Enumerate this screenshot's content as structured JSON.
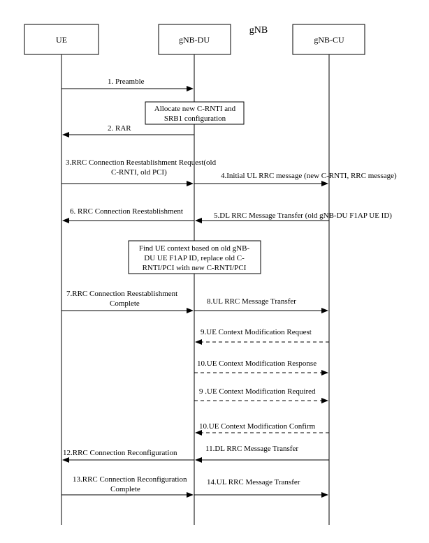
{
  "group_label": "gNB",
  "entities": {
    "ue": "UE",
    "du": "gNB-DU",
    "cu": "gNB-CU"
  },
  "notes": {
    "allocate": [
      "Allocate new C-RNTI and",
      "SRB1 configuration"
    ],
    "find_context": [
      "Find UE context based on old gNB-",
      "DU UE F1AP ID, replace old C-",
      "RNTI/PCI with new C-RNTI/PCI"
    ]
  },
  "messages": [
    {
      "id": "m1",
      "from": "ue",
      "to": "du",
      "style": "solid",
      "lines": [
        "1. Preamble"
      ]
    },
    {
      "id": "m2",
      "from": "du",
      "to": "ue",
      "style": "solid",
      "lines": [
        "2. RAR"
      ]
    },
    {
      "id": "m3",
      "from": "ue",
      "to": "du",
      "style": "solid",
      "lines": [
        "3.RRC Connection Reestablishment Request(old",
        "C-RNTI, old PCI)"
      ]
    },
    {
      "id": "m4",
      "from": "du",
      "to": "cu",
      "style": "solid",
      "lines": [
        "4.Initial UL RRC message (new C-RNTI, RRC message)"
      ]
    },
    {
      "id": "m5",
      "from": "cu",
      "to": "du",
      "style": "solid",
      "lines": [
        "5.DL RRC Message Transfer (old gNB-DU F1AP UE ID)"
      ]
    },
    {
      "id": "m6",
      "from": "du",
      "to": "ue",
      "style": "solid",
      "lines": [
        "6. RRC Connection Reestablishment"
      ]
    },
    {
      "id": "m7",
      "from": "ue",
      "to": "du",
      "style": "solid",
      "lines": [
        "7.RRC Connection Reestablishment",
        "Complete"
      ]
    },
    {
      "id": "m8",
      "from": "du",
      "to": "cu",
      "style": "solid",
      "lines": [
        "8.UL RRC Message Transfer"
      ]
    },
    {
      "id": "m9",
      "from": "cu",
      "to": "du",
      "style": "dashed",
      "lines": [
        "9.UE Context Modification Request"
      ]
    },
    {
      "id": "m10",
      "from": "du",
      "to": "cu",
      "style": "dashed",
      "lines": [
        "10.UE Context Modification Response"
      ]
    },
    {
      "id": "m9b",
      "from": "du",
      "to": "cu",
      "style": "dashed",
      "lines": [
        "9 .UE Context Modification Required"
      ]
    },
    {
      "id": "m10b",
      "from": "cu",
      "to": "du",
      "style": "dashed",
      "lines": [
        "10.UE Context Modification Confirm"
      ]
    },
    {
      "id": "m11",
      "from": "cu",
      "to": "du",
      "style": "solid",
      "lines": [
        "11.DL RRC Message Transfer"
      ]
    },
    {
      "id": "m12",
      "from": "du",
      "to": "ue",
      "style": "solid",
      "lines": [
        "12.RRC Connection Reconfiguration"
      ]
    },
    {
      "id": "m13",
      "from": "ue",
      "to": "du",
      "style": "solid",
      "lines": [
        "13.RRC Connection Reconfiguration",
        "Complete"
      ]
    },
    {
      "id": "m14",
      "from": "du",
      "to": "cu",
      "style": "solid",
      "lines": [
        "14.UL RRC Message Transfer"
      ]
    }
  ]
}
